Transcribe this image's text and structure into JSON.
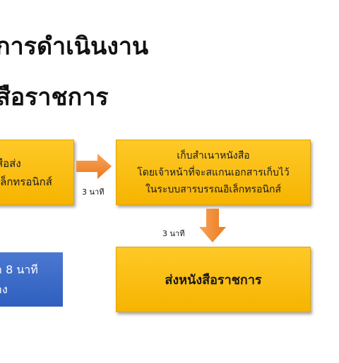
{
  "title": {
    "line1": "การดำเนินงาน",
    "line2": "สือราชการ"
  },
  "boxes": {
    "left": {
      "line1": "สือส่ง",
      "line2": "เล็กทรอนิกส์"
    },
    "right_top": {
      "line1": "เก็บสำเนาหนังสือ",
      "line2": "โดยเจ้าหน้าที่จะสแกนเอกสารเก็บไว้",
      "line3": "ในระบบสารบรรณอิเล็กทรอนิกส์"
    },
    "right_bottom": {
      "label": "ส่งหนังสือราชการ"
    },
    "blue": {
      "line1": "า 8 นาที",
      "line2": "าง"
    }
  },
  "time_labels": {
    "first": "3 นาที",
    "second": "3 นาที"
  },
  "colors": {
    "box_fill": "#f9bd0f",
    "arrow_fill": "#f28a2e",
    "blue_fill": "#3b6ac8"
  }
}
